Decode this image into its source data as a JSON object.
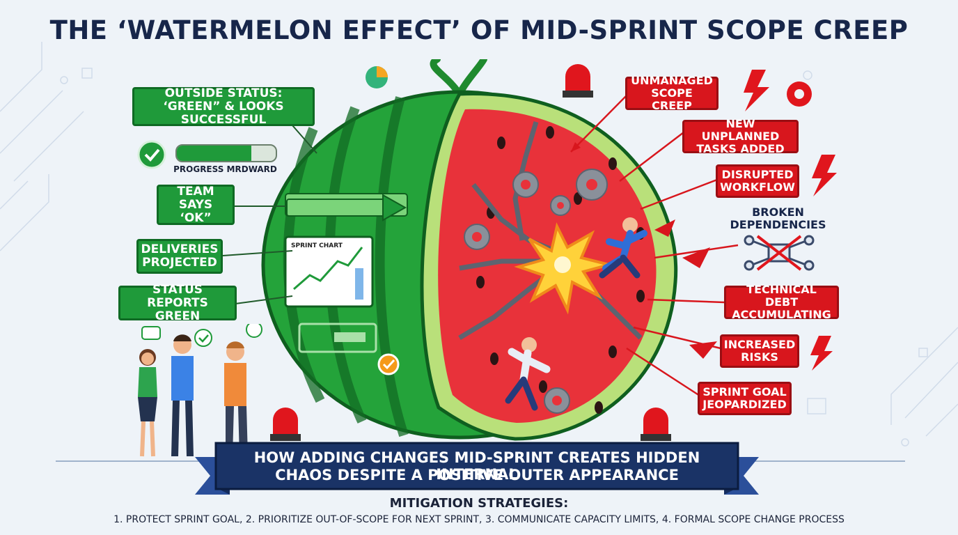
{
  "title": "THE ‘WATERMELON EFFECT’ OF MID-SPRINT SCOPE CREEP",
  "left_labels": {
    "outside_status": "OUTSIDE STATUS: ‘GREEN” & LOOKS SUCCESSFUL",
    "progress": "PROGRESS MRDWARD",
    "team": "TEAM SAYS ‘OK”",
    "deliveries": "DELIVERIES PROJECTED",
    "status_reports": "STATUS REPORTS GREEN",
    "sprint_chart": "SPRINT CHART"
  },
  "right_labels": {
    "unmanaged": "UNMANAGED SCOPE CREEP",
    "new_tasks": "NEW UNPLANNED TASKS ADDED",
    "disrupted": "DISRUPTED WORKFLOW",
    "broken": "BROKEN DEPENDENCIES",
    "tech_debt": "TECHNICAL DEBT ACCUMULATING",
    "risks": "INCREASED RISKS",
    "goal": "SPRINT GOAL JEOPARDIZED"
  },
  "banner": {
    "line1": "HOW ADDING CHANGES MID-SPRINT CREATES HIDDEN INTERNAL",
    "line2": "CHAOS DESPITE A POSITIVE OUTER APPEARANCE"
  },
  "mitigation": {
    "heading": "MITIGATION STRATEGIES:",
    "items": "1. PROTECT SPRINT GOAL, 2. PRIORITIZE OUT-OF-SCOPE FOR NEXT SPRINT, 3. COMMUNICATE CAPACITY LIMITS, 4. FORMAL SCOPE CHANGE PROCESS"
  },
  "colors": {
    "green": "#1f9a3a",
    "red": "#d8161d",
    "navy": "#17264a",
    "melon_flesh": "#e8323a"
  },
  "icons": [
    "check-icon",
    "alarm-light-icon",
    "gear-icon",
    "lightning-icon",
    "pie-chart-icon",
    "chain-icon",
    "explosion-icon",
    "speech-bubble-icon"
  ]
}
